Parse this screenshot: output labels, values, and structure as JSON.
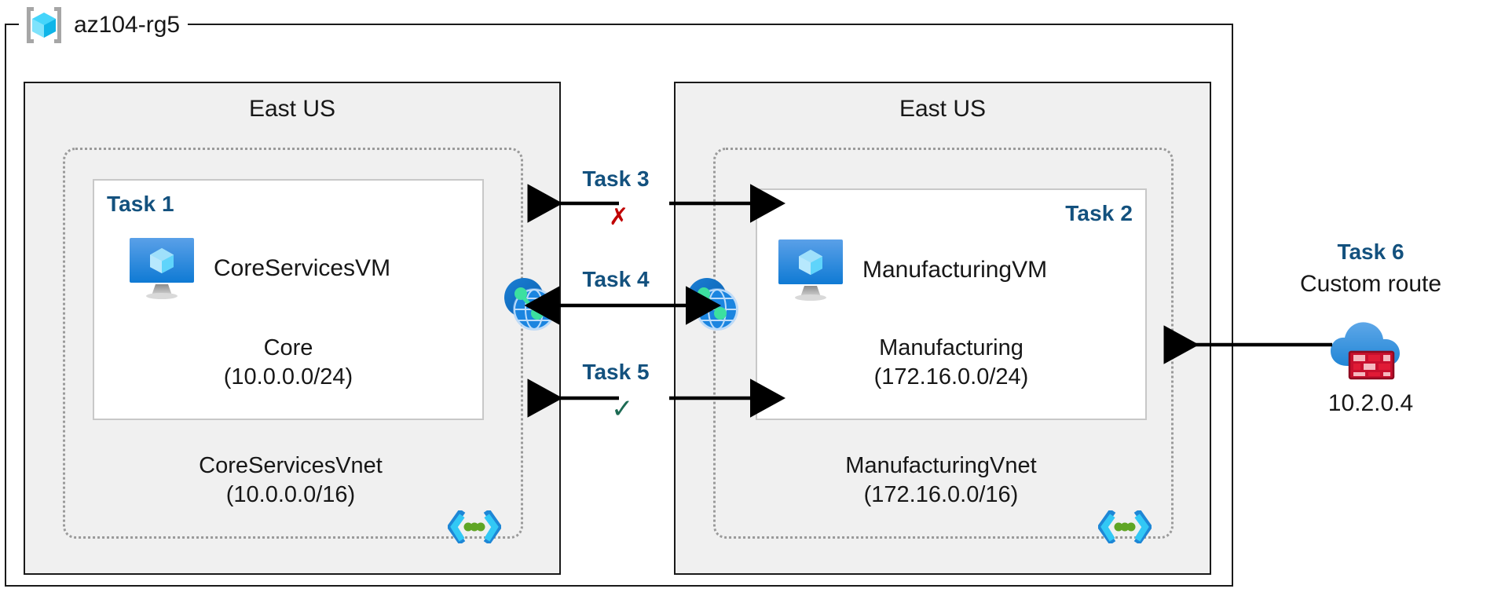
{
  "diagram": {
    "title": "az104-rg5",
    "resource_group": {
      "name": "az104-rg5",
      "icon": "resource-group-cube-icon"
    },
    "colors": {
      "task_label": "#13517e",
      "region_fill": "#f0f0f0",
      "region_border": "#1a1a1a",
      "vnet_border": "#9a9a9a",
      "subnet_border": "#c8c8c8",
      "deny_mark": "#c00000",
      "allow_mark": "#1d6b54",
      "azure_blue": "#0f7ad4",
      "firewall_red": "#c8102e"
    },
    "regions": [
      {
        "id": "left",
        "title": "East US",
        "vnet": {
          "name": "CoreServicesVnet",
          "cidr": "(10.0.0.0/16)",
          "icon": "vnet-chevron-icon"
        },
        "subnet": {
          "task": "Task 1",
          "name": "Core",
          "cidr": "(10.0.0.0/24)",
          "vm": {
            "name": "CoreServicesVM",
            "icon": "virtual-machine-icon"
          }
        },
        "peering_icon": "vnet-peering-icon"
      },
      {
        "id": "right",
        "title": "East US",
        "vnet": {
          "name": "ManufacturingVnet",
          "cidr": "(172.16.0.0/16)",
          "icon": "vnet-chevron-icon"
        },
        "subnet": {
          "task": "Task 2",
          "name": "Manufacturing",
          "cidr": "(172.16.0.0/24)",
          "vm": {
            "name": "ManufacturingVM",
            "icon": "virtual-machine-icon"
          }
        },
        "peering_icon": "vnet-peering-icon"
      }
    ],
    "connections": [
      {
        "id": "task3",
        "label": "Task 3",
        "mark": "✗",
        "mark_kind": "deny",
        "style": "bidirectional-blocked"
      },
      {
        "id": "task4",
        "label": "Task 4",
        "mark": "",
        "mark_kind": "none",
        "style": "bidirectional-peering"
      },
      {
        "id": "task5",
        "label": "Task 5",
        "mark": "✓",
        "mark_kind": "allow",
        "style": "bidirectional-allowed"
      }
    ],
    "custom_route": {
      "task": "Task 6",
      "label": "Custom route",
      "ip": "10.2.0.4",
      "icon": "firewall-cloud-icon"
    }
  }
}
